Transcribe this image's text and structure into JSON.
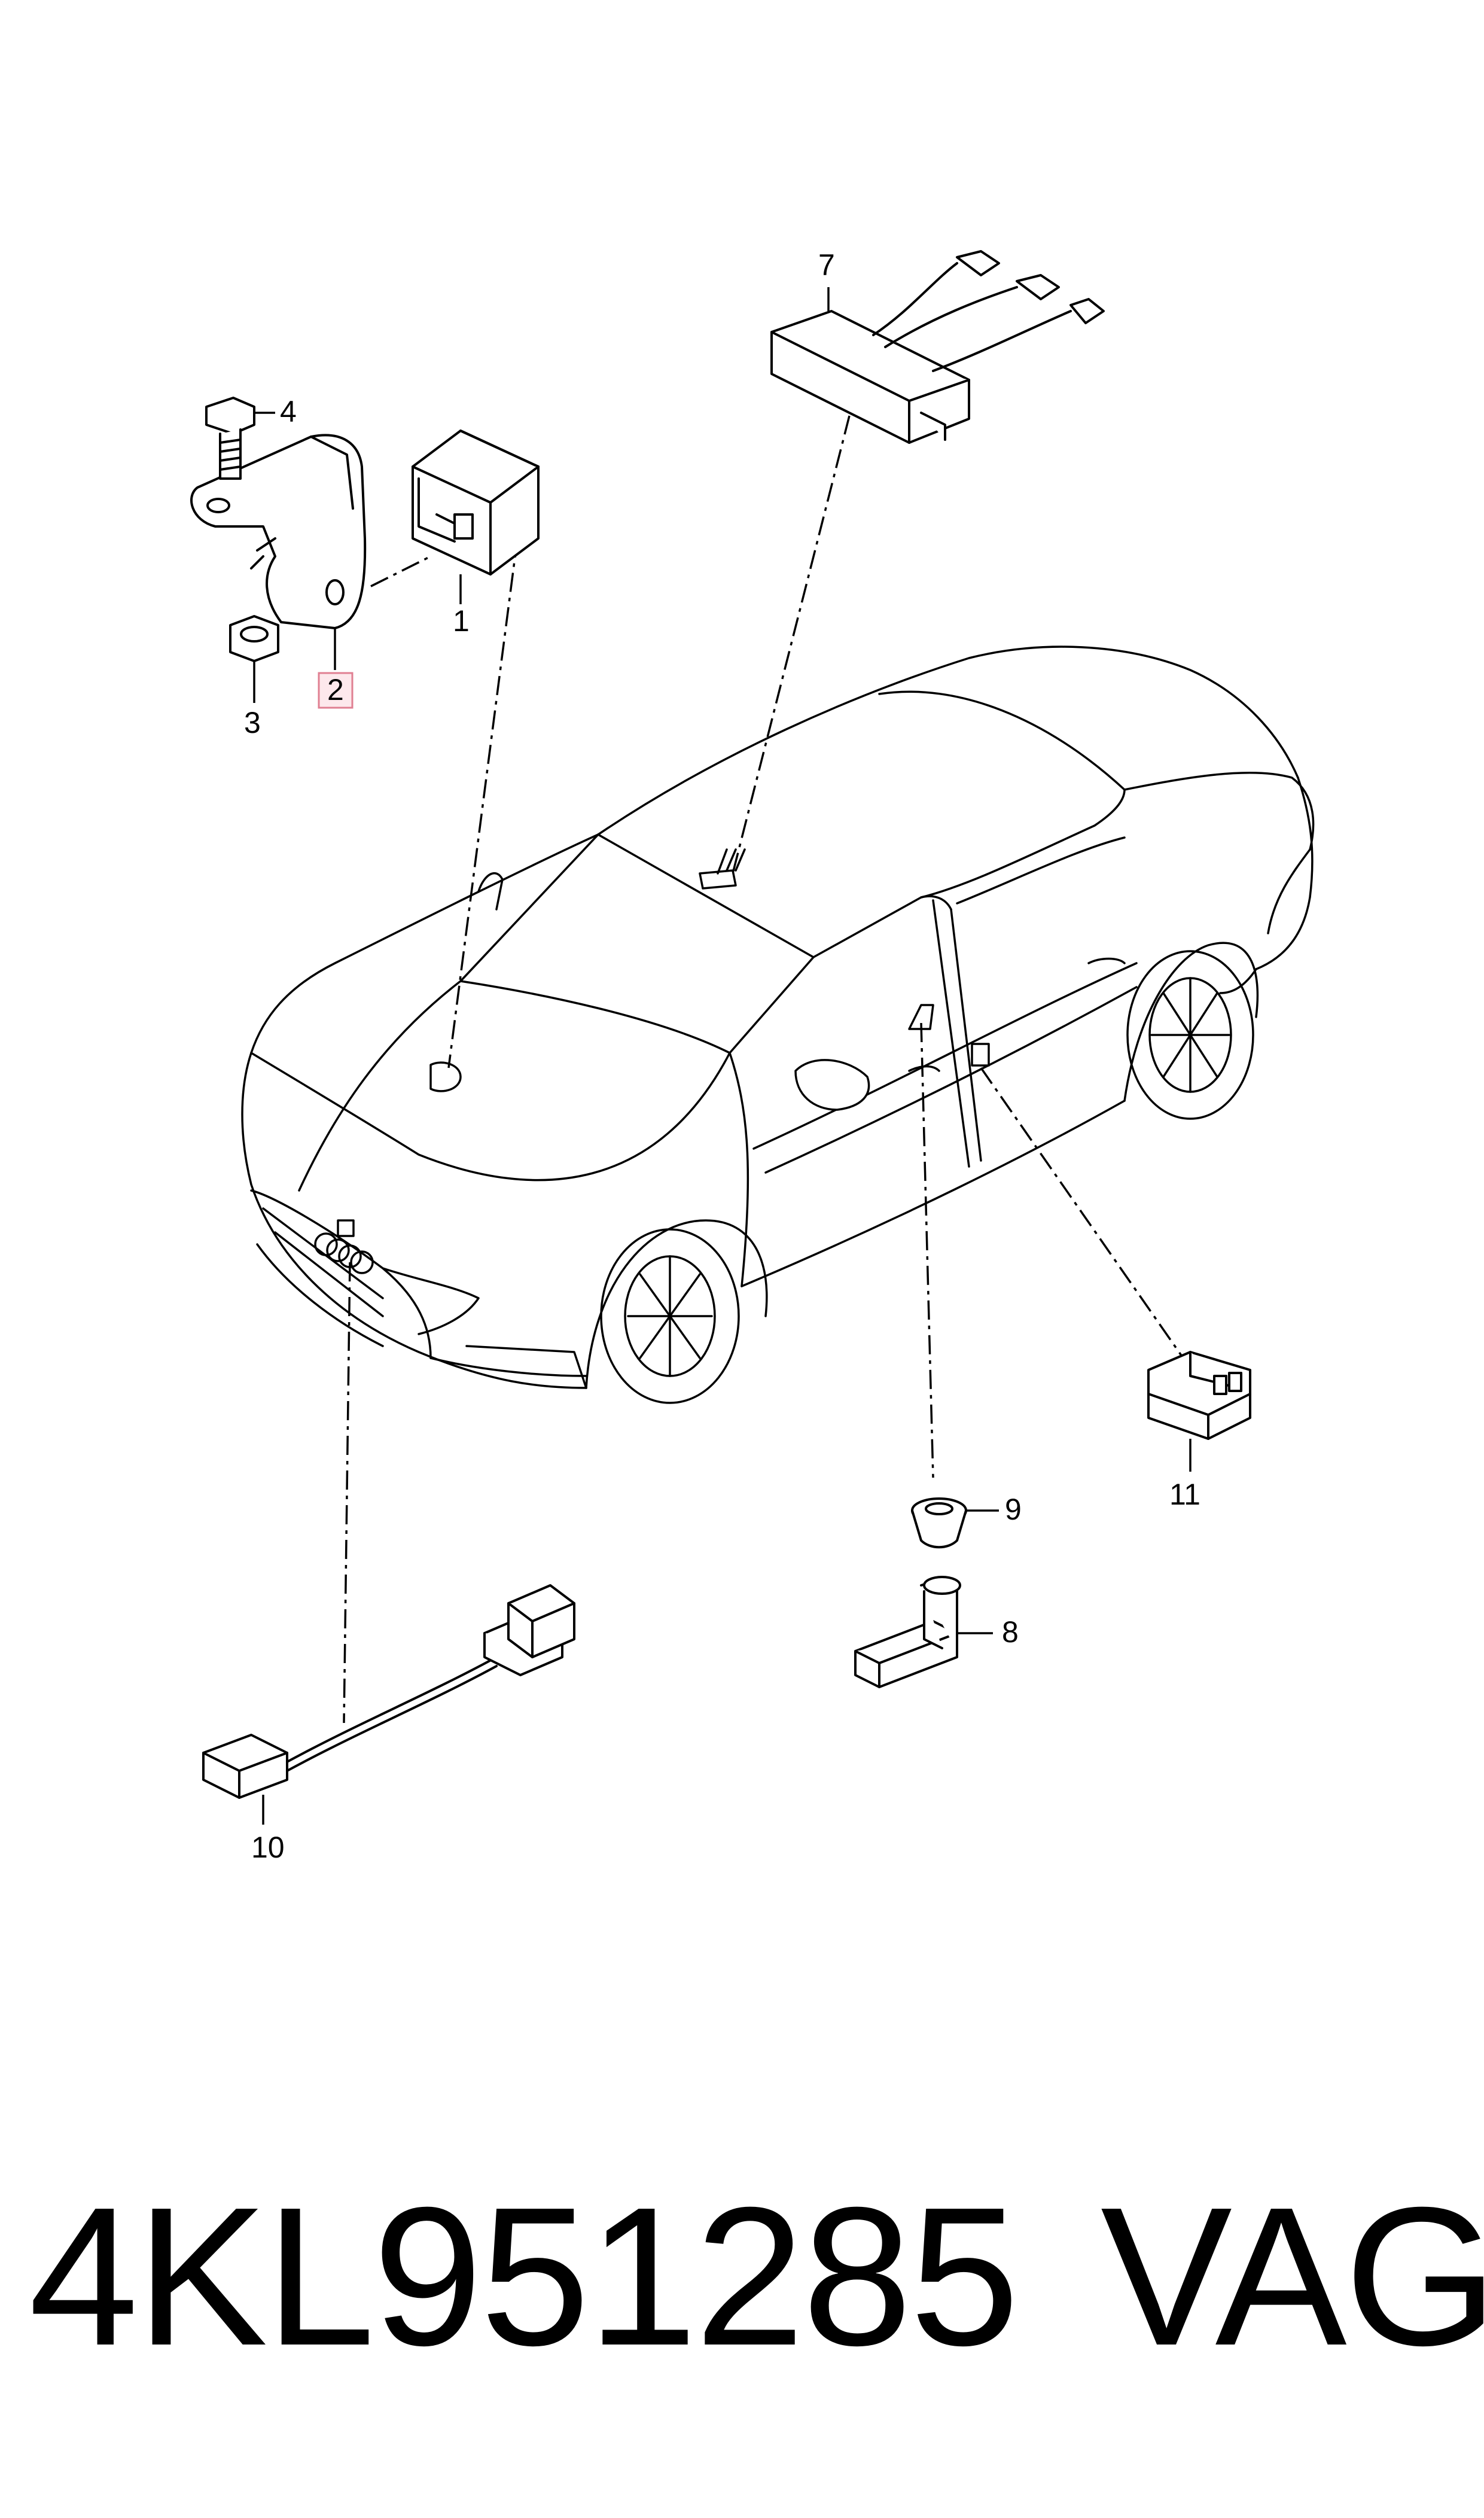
{
  "callouts": {
    "c1": "1",
    "c2": "2",
    "c3": "3",
    "c4": "4",
    "c7": "7",
    "c8": "8",
    "c9": "9",
    "c10": "10",
    "c11": "11"
  },
  "footer": {
    "part_number": "4KL951285",
    "brand": "VAG"
  },
  "colors": {
    "highlight_fill": "#fde8ec",
    "highlight_border": "#e07f92",
    "line": "#000000"
  }
}
